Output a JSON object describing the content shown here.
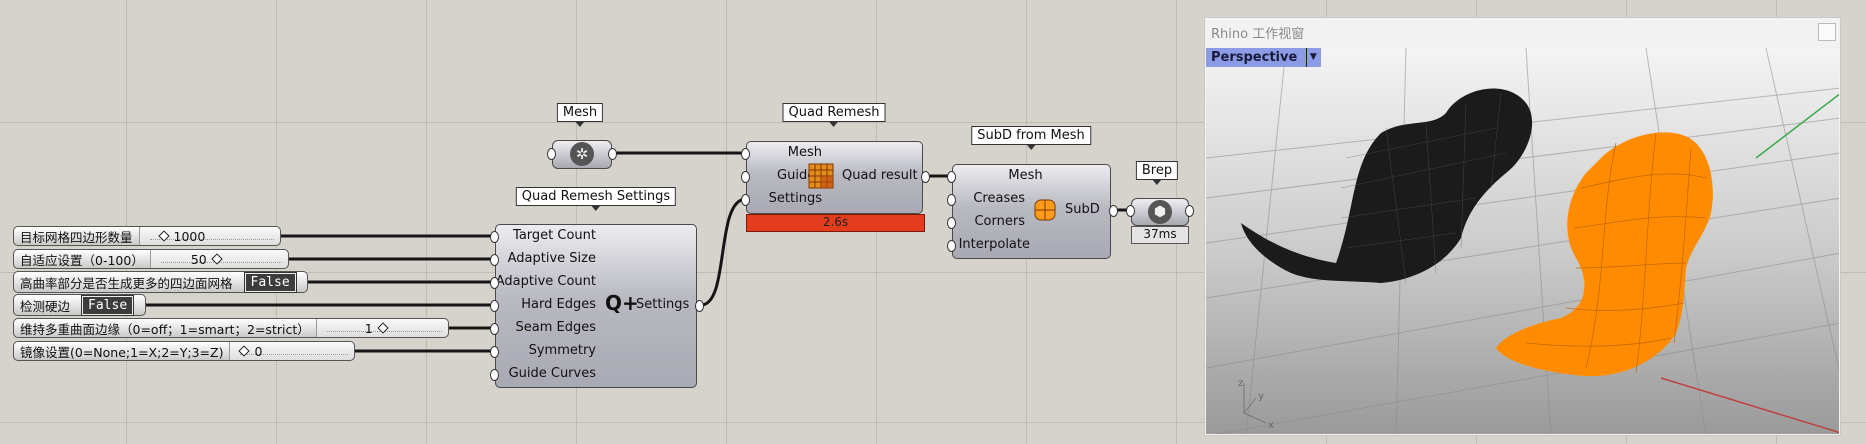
{
  "tags": {
    "mesh": "Mesh",
    "quad_remesh": "Quad Remesh",
    "quad_remesh_settings": "Quad Remesh Settings",
    "subd_from_mesh": "SubD from Mesh",
    "brep": "Brep"
  },
  "sliders": {
    "target_count": {
      "label": "目标网格四边形数量",
      "value": "1000"
    },
    "adaptive_size": {
      "label": "自适应设置（0-100）",
      "value": "50"
    },
    "adaptive_count": {
      "label": "高曲率部分是否生成更多的四边面网格",
      "value": "False"
    },
    "hard_edges": {
      "label": "检测硬边",
      "value": "False"
    },
    "seam_edges": {
      "label": "维持多重曲面边缘（0=off；1=smart；2=strict）",
      "value": "1"
    },
    "symmetry": {
      "label": "镜像设置(0=None;1=X;2=Y;3=Z)",
      "value": "0"
    }
  },
  "settings_component": {
    "inputs": [
      "Target Count",
      "Adaptive Size",
      "Adaptive Count",
      "Hard Edges",
      "Seam Edges",
      "Symmetry",
      "Guide Curves"
    ],
    "output": "Settings",
    "icon_text": "Q+"
  },
  "quad_remesh_component": {
    "inputs": [
      "Mesh",
      "Guides",
      "Settings"
    ],
    "output": "Quad result",
    "progress": "2.6s"
  },
  "subd_component": {
    "inputs": [
      "Mesh",
      "Creases",
      "Corners",
      "Interpolate"
    ],
    "output": "SubD"
  },
  "brep_param": {
    "timer": "37ms"
  },
  "rhino": {
    "title": "Rhino 工作视窗",
    "viewport_name": "Perspective",
    "axis_labels": {
      "x": "x",
      "y": "y",
      "z": "z"
    }
  },
  "colors": {
    "canvas": "#d6d3cc",
    "progress_red": "#e53c1d",
    "subd_orange": "#ff8c00",
    "viewport_tab": "#8c9be5"
  },
  "icons": [
    "mesh-param-icon",
    "quad-remesh-icon",
    "q-plus-icon",
    "subd-icon",
    "brep-param-icon",
    "dropdown-chevron-icon"
  ]
}
